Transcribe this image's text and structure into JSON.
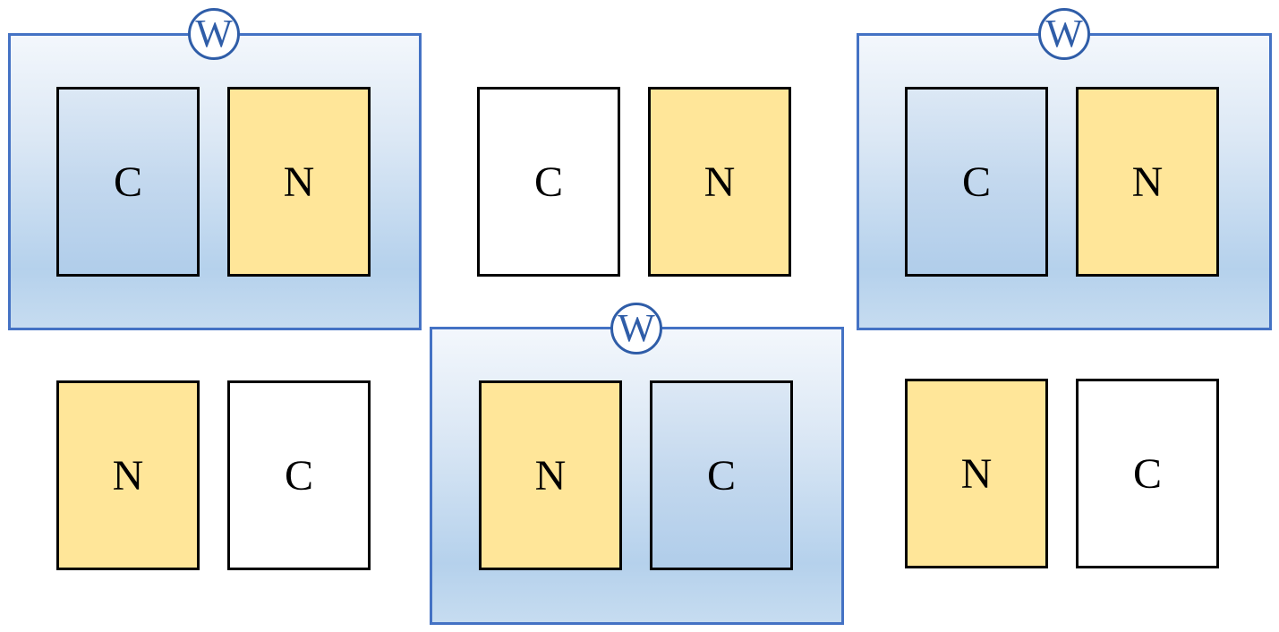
{
  "groups": [
    {
      "id": "top-left",
      "window_label": "W",
      "cards": [
        {
          "label": "C",
          "fill": "blue"
        },
        {
          "label": "N",
          "fill": "gold"
        }
      ]
    },
    {
      "id": "top-middle",
      "window_label": "",
      "cards": [
        {
          "label": "C",
          "fill": "white"
        },
        {
          "label": "N",
          "fill": "gold"
        }
      ]
    },
    {
      "id": "top-right",
      "window_label": "W",
      "cards": [
        {
          "label": "C",
          "fill": "blue"
        },
        {
          "label": "N",
          "fill": "gold"
        }
      ]
    },
    {
      "id": "bottom-left",
      "window_label": "",
      "cards": [
        {
          "label": "N",
          "fill": "gold"
        },
        {
          "label": "C",
          "fill": "white"
        }
      ]
    },
    {
      "id": "bottom-middle",
      "window_label": "W",
      "cards": [
        {
          "label": "N",
          "fill": "gold"
        },
        {
          "label": "C",
          "fill": "blue"
        }
      ]
    },
    {
      "id": "bottom-right",
      "window_label": "",
      "cards": [
        {
          "label": "N",
          "fill": "gold"
        },
        {
          "label": "C",
          "fill": "white"
        }
      ]
    }
  ],
  "colors": {
    "window_border": "#4472C4",
    "badge_text": "#2F5DA8",
    "gold": "#FFE699",
    "card_border": "#000000"
  }
}
